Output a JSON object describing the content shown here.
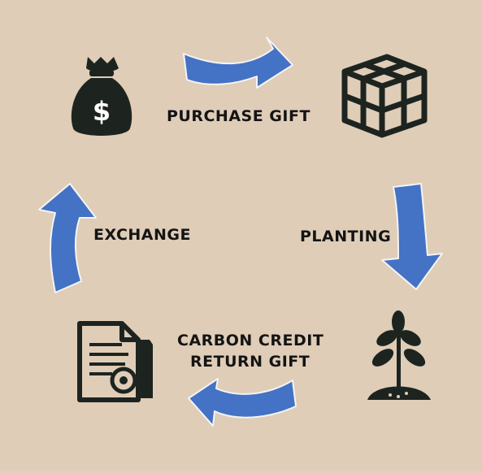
{
  "stages": {
    "purchase_gift": "PURCHASE GIFT",
    "planting": "PLANTING",
    "carbon_credit_line1": "CARBON CREDIT",
    "carbon_credit_line2": "RETURN GIFT",
    "exchange": "EXCHANGE"
  },
  "icons": {
    "money_bag": "money-bag-icon",
    "gift_box": "gift-box-icon",
    "plant": "plant-sprout-icon",
    "document": "document-certificate-icon"
  },
  "colors": {
    "background": "#dfcdb8",
    "arrow": "#4472c4",
    "arrow_outline": "#f4f4f4",
    "icon": "#1d2420",
    "text": "#141414"
  }
}
